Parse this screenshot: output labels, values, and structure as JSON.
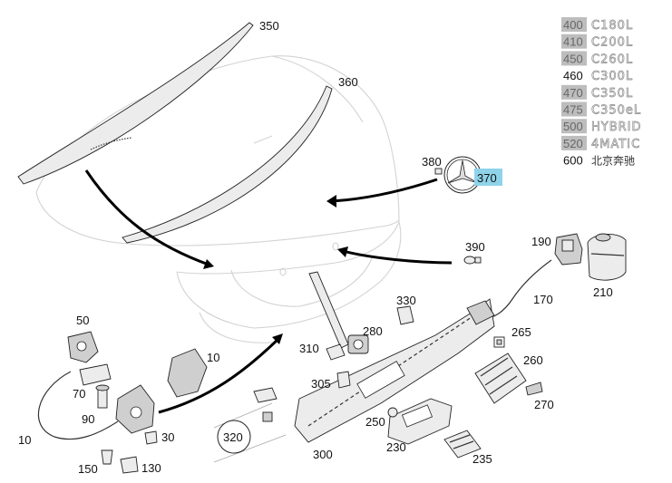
{
  "callouts": {
    "c350": "350",
    "c360": "360",
    "c380": "380",
    "c370": "370",
    "c390": "390",
    "c190": "190",
    "c170": "170",
    "c210": "210",
    "c330": "330",
    "c280": "280",
    "c265": "265",
    "c50": "50",
    "c310": "310",
    "c10a": "10",
    "c260": "260",
    "c70": "70",
    "c305": "305",
    "c270": "270",
    "c90": "90",
    "c250": "250",
    "c320": "320",
    "c10b": "10",
    "c30": "30",
    "c230": "230",
    "c300": "300",
    "c150": "150",
    "c130": "130",
    "c235": "235"
  },
  "emblems": [
    {
      "code": "400",
      "text": "C180L",
      "shaded": true
    },
    {
      "code": "410",
      "text": "C200L",
      "shaded": true
    },
    {
      "code": "450",
      "text": "C260L",
      "shaded": true
    },
    {
      "code": "460",
      "text": "C300L",
      "shaded": false
    },
    {
      "code": "470",
      "text": "C350L",
      "shaded": true
    },
    {
      "code": "475",
      "text": "C350eL",
      "shaded": true
    },
    {
      "code": "500",
      "text": "HYBRID",
      "shaded": true
    },
    {
      "code": "520",
      "text": "4MATIC",
      "shaded": true
    },
    {
      "code": "600",
      "text": "北京奔驰",
      "shaded": false
    }
  ],
  "colors": {
    "highlight": "#8fd3ea",
    "shaded_label": "#bdbdbd"
  }
}
